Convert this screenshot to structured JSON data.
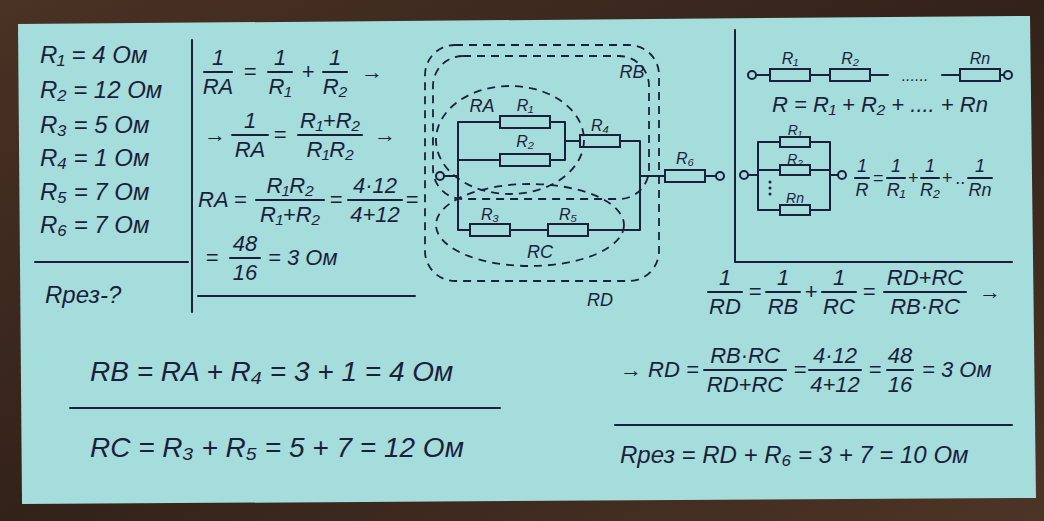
{
  "diagram": {
    "nodes": [
      {
        "text": [
          "RD"
        ]
      },
      {
        "text": [
          "RB"
        ],
        "in": 0
      },
      {
        "text": [
          "RA"
        ],
        "in": 1
      },
      {
        "text": [
          "RC"
        ],
        "in": 0
      }
    ],
    "labels": [
      "R₁ = 4 Ом",
      "R₂ = 12 Ом",
      "R₃ = 5 Ом",
      "R₄ = 1 Ом",
      "R₅ = 7 Ом",
      "R₆ = 7 Ом",
      "Rрез-?",
      "1",
      "RA",
      "=",
      "1",
      "R₁",
      "+",
      "1",
      "R₂",
      "→",
      "→",
      "1",
      "RA",
      "=",
      "R₁+R₂",
      "R₁R₂",
      "→",
      "RA =",
      "R₁R₂",
      "R₁+R₂",
      "=",
      "4·12",
      "4+12",
      "=",
      "=",
      "48",
      "16",
      "= 3 Ом",
      "R₁",
      "R₂",
      "R₄",
      "R₃",
      "R₅",
      "R₆",
      "R₁",
      "R₂",
      "......",
      "Rn",
      "R = R₁ + R₂ + .... + Rn",
      "R₁",
      "R₂",
      "Rn",
      "1",
      "R",
      "=",
      "1",
      "R₁",
      "+",
      "1",
      "R₂",
      "+",
      "..",
      "1",
      "Rn",
      "RB = RA + R₄ = 3 + 1 = 4 Ом",
      "RC = R₃ + R₅ = 5 + 7 = 12 Ом",
      "1",
      "RD",
      "=",
      "1",
      "RB",
      "+",
      "1",
      "RC",
      "=",
      "RD+RC",
      "RB·RC",
      "→",
      "→ RD =",
      "RB·RC",
      "RD+RC",
      "=",
      "4·12",
      "4+12",
      "=",
      "48",
      "16",
      "= 3 Ом",
      "Rрез = RD + R₆ = 3 + 7 = 10 Ом"
    ]
  }
}
